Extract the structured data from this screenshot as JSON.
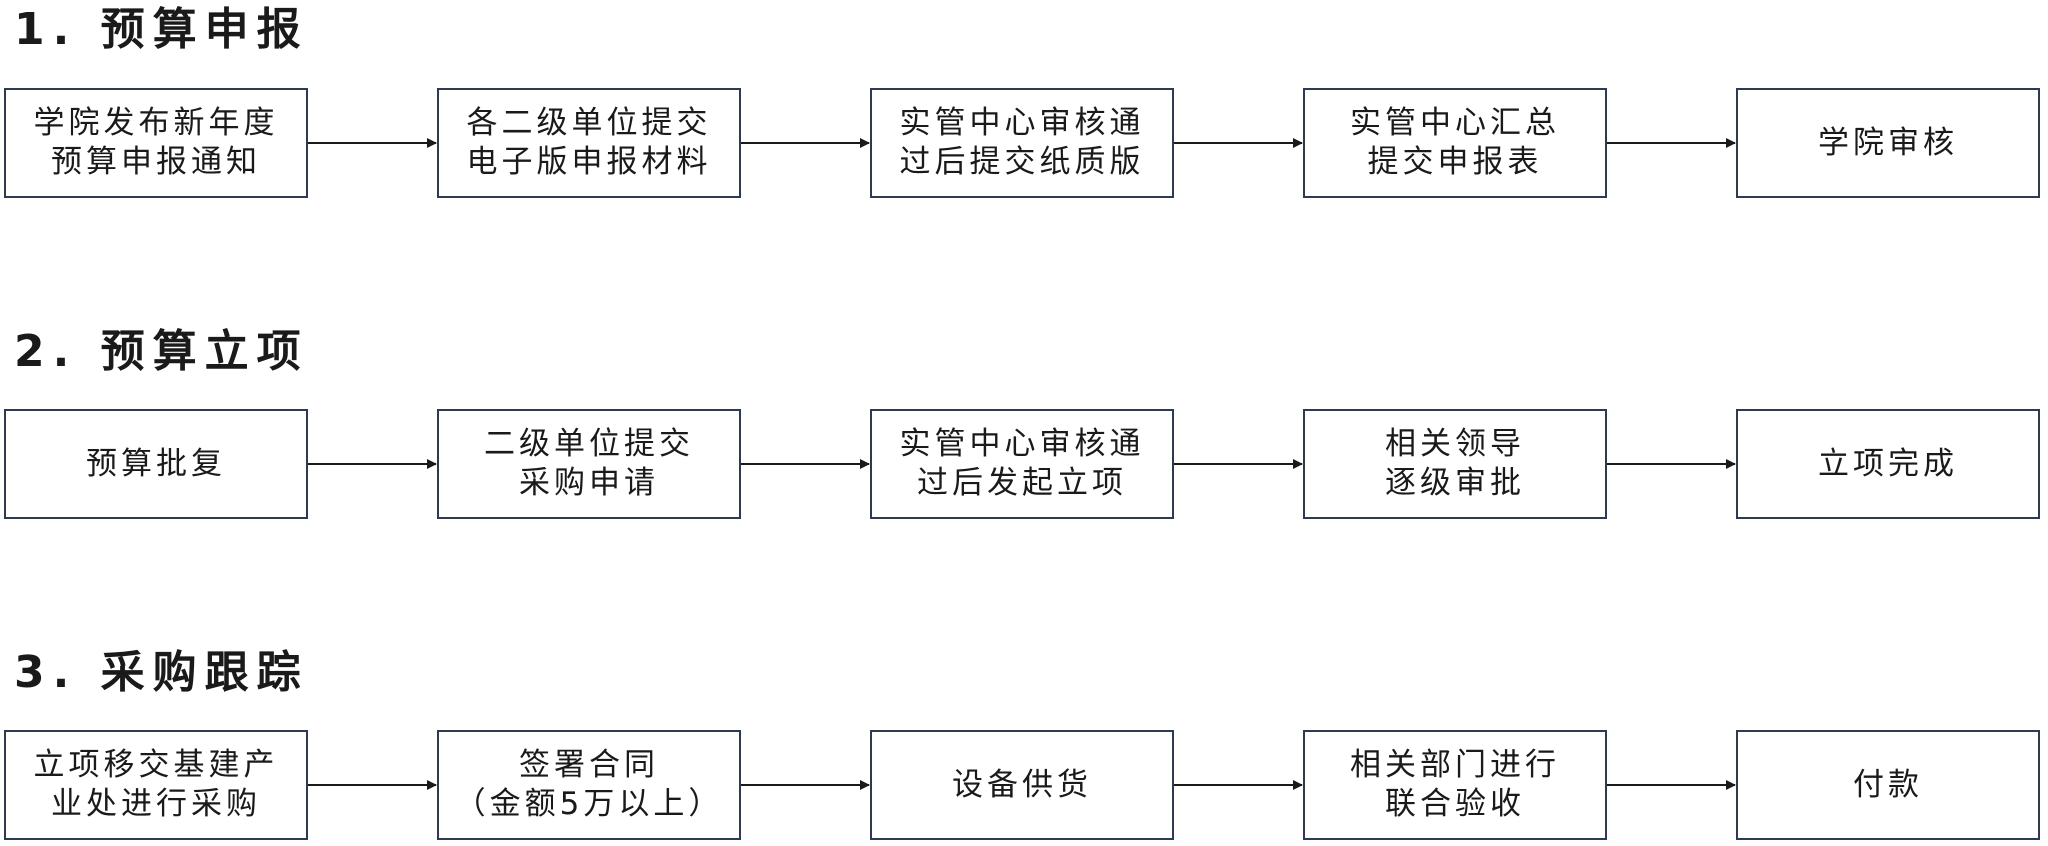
{
  "sections": [
    {
      "title": "1. 预算申报",
      "steps": [
        {
          "lines": [
            "学院发布新年度",
            "预算申报通知"
          ]
        },
        {
          "lines": [
            "各二级单位提交",
            "电子版申报材料"
          ]
        },
        {
          "lines": [
            "实管中心审核通",
            "过后提交纸质版"
          ]
        },
        {
          "lines": [
            "实管中心汇总",
            "提交申报表"
          ]
        },
        {
          "lines": [
            "学院审核"
          ]
        }
      ]
    },
    {
      "title": "2. 预算立项",
      "steps": [
        {
          "lines": [
            "预算批复"
          ]
        },
        {
          "lines": [
            "二级单位提交",
            "采购申请"
          ]
        },
        {
          "lines": [
            "实管中心审核通",
            "过后发起立项"
          ]
        },
        {
          "lines": [
            "相关领导",
            "逐级审批"
          ]
        },
        {
          "lines": [
            "立项完成"
          ]
        }
      ]
    },
    {
      "title": "3. 采购跟踪",
      "steps": [
        {
          "lines": [
            "立项移交基建产",
            "业处进行采购"
          ]
        },
        {
          "lines": [
            "签署合同",
            "（金额5万以上）"
          ]
        },
        {
          "lines": [
            "设备供货"
          ]
        },
        {
          "lines": [
            "相关部门进行",
            "联合验收"
          ]
        },
        {
          "lines": [
            "付款"
          ]
        }
      ]
    }
  ],
  "colors": {
    "border": "#2e3a4f",
    "arrow": "#1a1a1a",
    "text": "#1a1a1a"
  }
}
